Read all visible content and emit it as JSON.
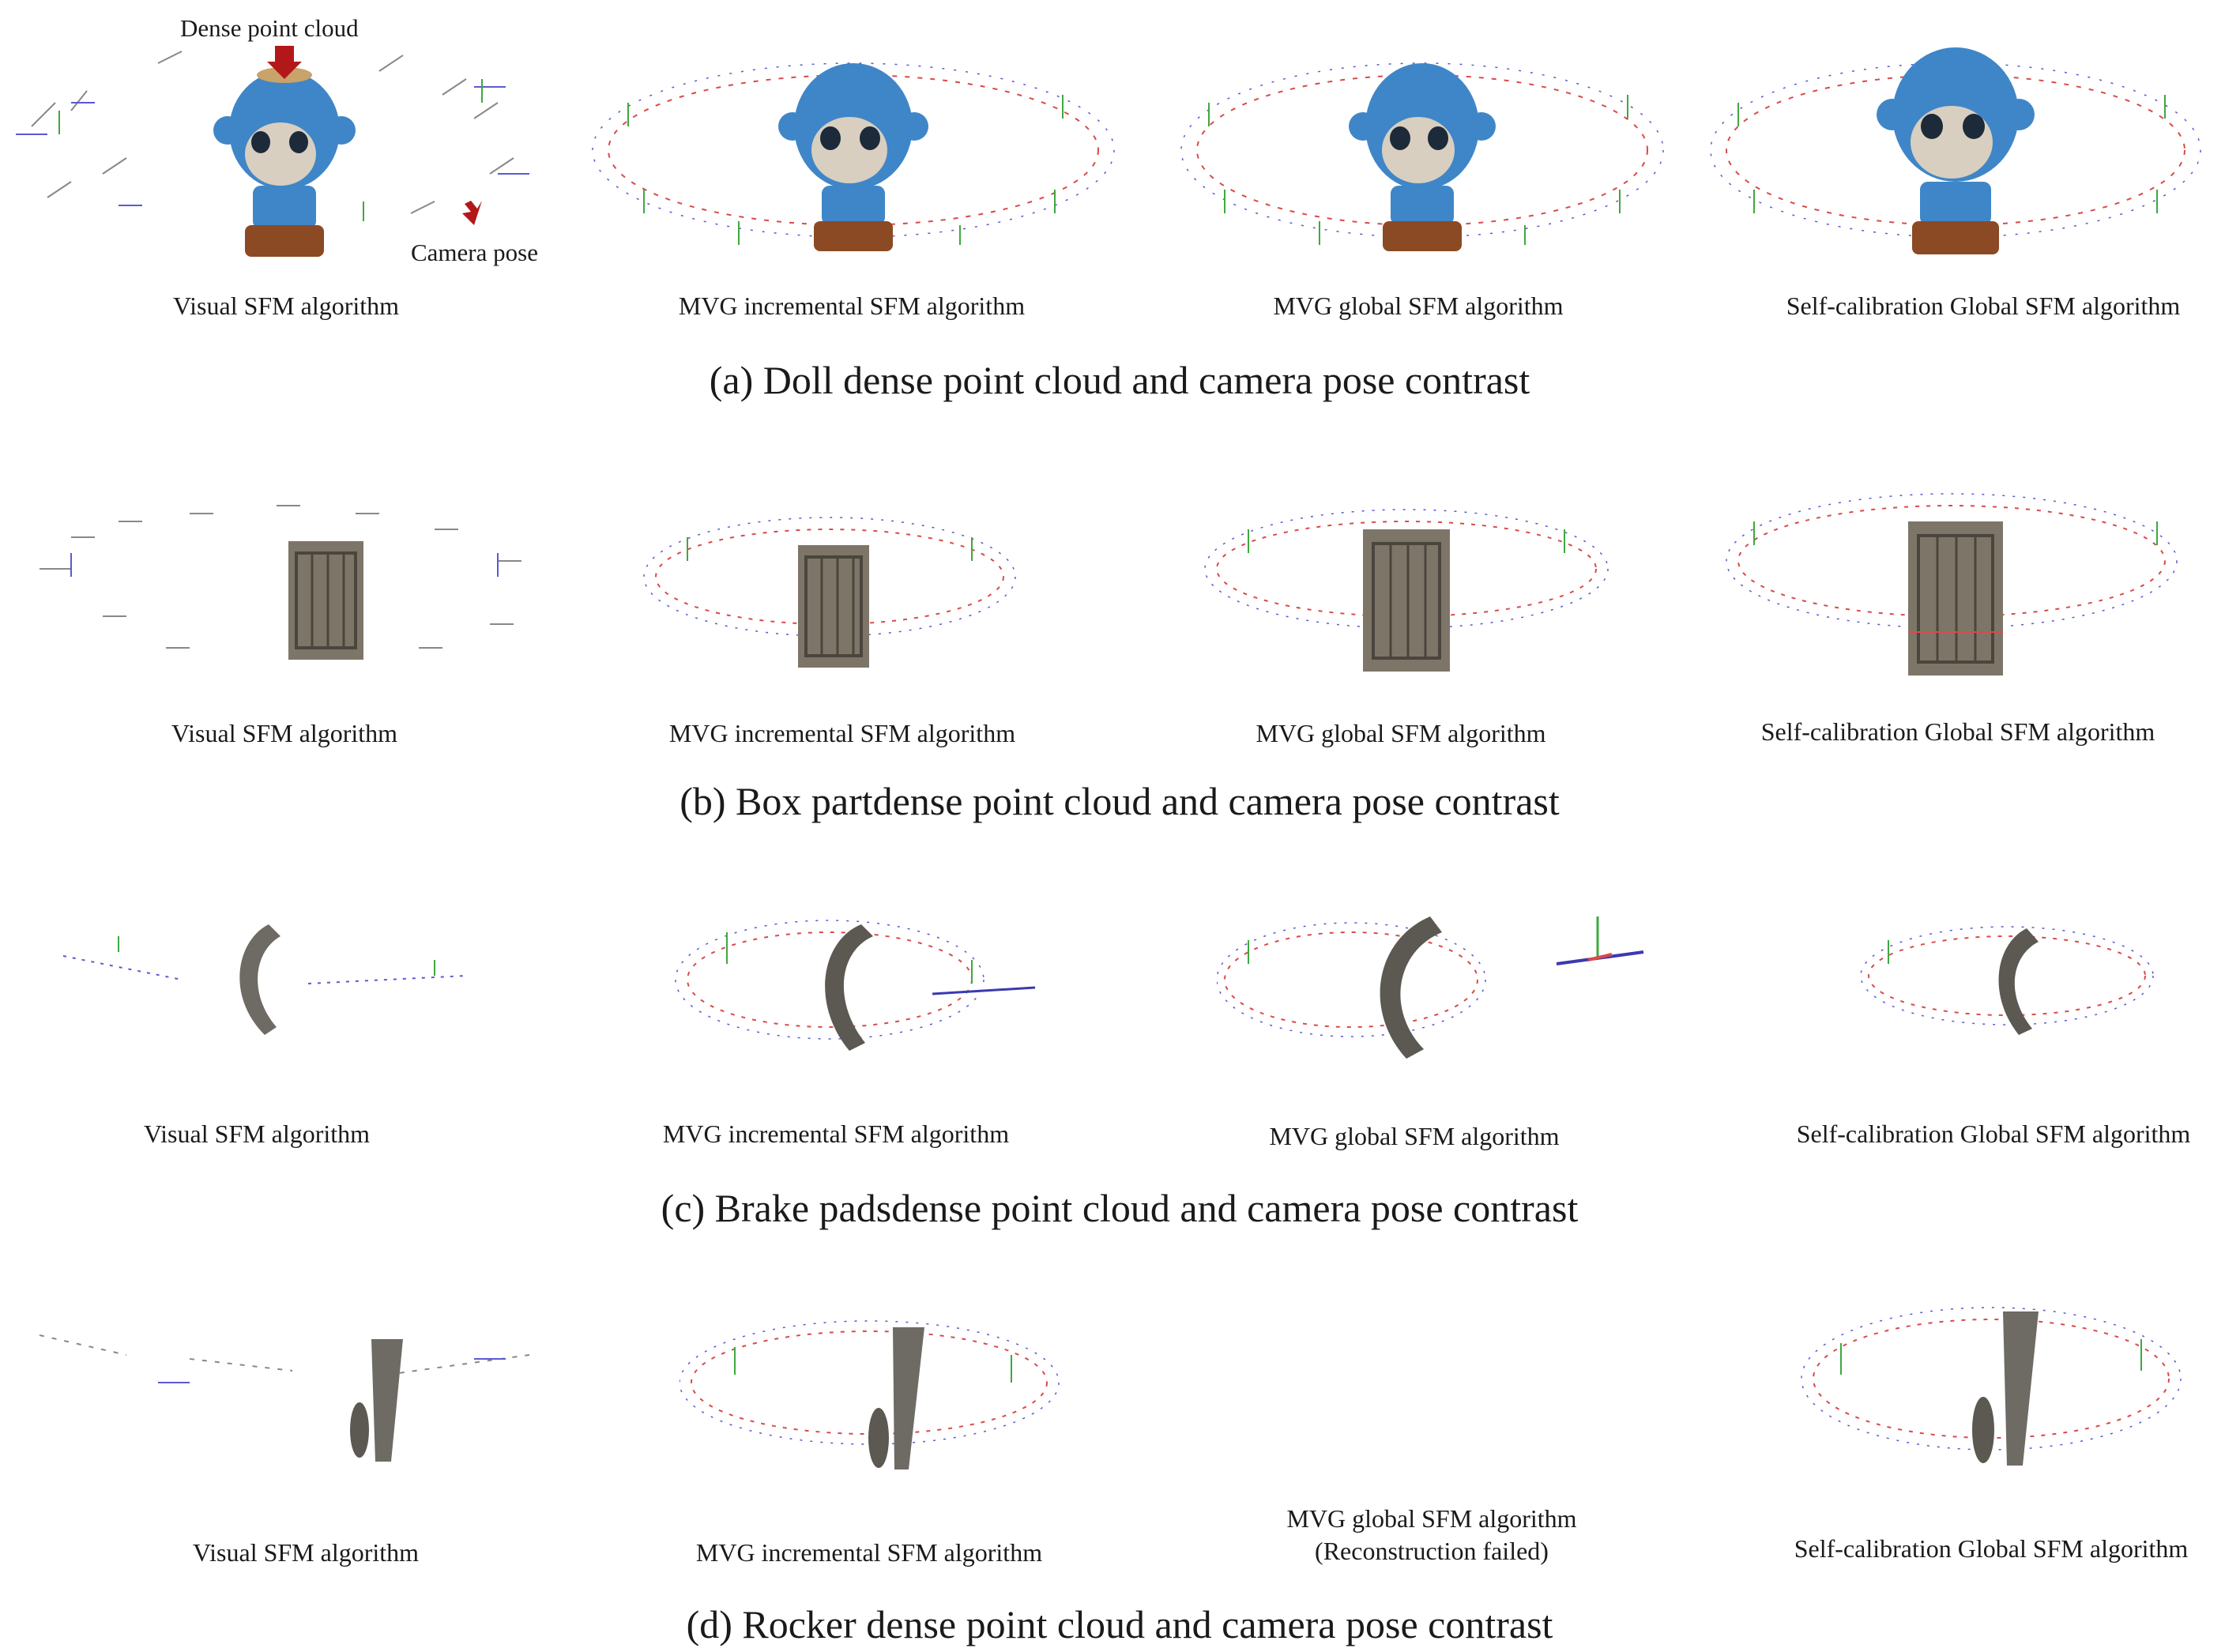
{
  "annotations": {
    "dense_point_cloud": "Dense point cloud",
    "camera_pose": "Camera pose"
  },
  "colors": {
    "doll_blue": "#3f86c8",
    "doll_face": "#d8cfc0",
    "doll_brown": "#8b4a24",
    "box_gray": "#7d7668",
    "metal_gray": "#6e6a64",
    "pose_red": "#d94a4a",
    "pose_green": "#3fa83f",
    "pose_blue": "#5a5ad0",
    "arrow_red": "#b31818"
  },
  "rows": [
    {
      "object": "doll",
      "caption": "(a) Doll dense point cloud and camera pose contrast",
      "panels": [
        {
          "method": "Visual SFM algorithm",
          "ring": "sparse"
        },
        {
          "method": "MVG incremental SFM algorithm",
          "ring": "full"
        },
        {
          "method": "MVG global SFM algorithm",
          "ring": "full"
        },
        {
          "method": "Self-calibration Global SFM algorithm",
          "ring": "full"
        }
      ]
    },
    {
      "object": "box",
      "caption": "(b) Box partdense point cloud and camera pose contrast",
      "panels": [
        {
          "method": "Visual SFM algorithm",
          "ring": "sparse"
        },
        {
          "method": "MVG incremental SFM algorithm",
          "ring": "full"
        },
        {
          "method": "MVG global SFM algorithm",
          "ring": "full"
        },
        {
          "method": "Self-calibration Global SFM algorithm",
          "ring": "full"
        }
      ]
    },
    {
      "object": "brake",
      "caption": "(c) Brake padsdense point cloud and camera pose contrast",
      "panels": [
        {
          "method": "Visual SFM algorithm",
          "ring": "sparse"
        },
        {
          "method": "MVG incremental SFM algorithm",
          "ring": "full"
        },
        {
          "method": "MVG global SFM algorithm",
          "ring": "full"
        },
        {
          "method": "Self-calibration Global SFM algorithm",
          "ring": "full"
        }
      ]
    },
    {
      "object": "rocker",
      "caption": "(d) Rocker dense point cloud and camera pose contrast",
      "panels": [
        {
          "method": "Visual SFM algorithm",
          "ring": "sparse"
        },
        {
          "method": "MVG incremental SFM algorithm",
          "ring": "full"
        },
        {
          "method": "MVG global SFM algorithm",
          "ring": "none",
          "note": "(Reconstruction failed)"
        },
        {
          "method": "Self-calibration Global SFM algorithm",
          "ring": "full"
        }
      ]
    }
  ]
}
